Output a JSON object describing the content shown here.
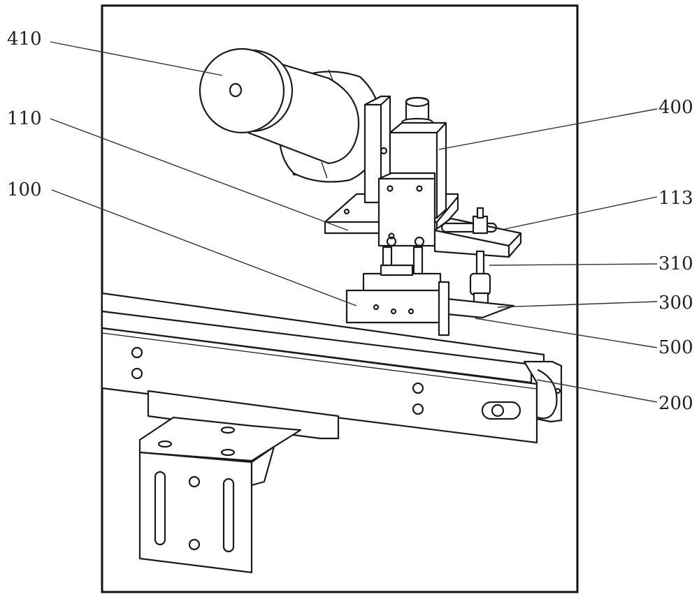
{
  "labels": {
    "l410": "410",
    "l110": "110",
    "l100": "100",
    "l400": "400",
    "l113": "113",
    "l310": "310",
    "l300": "300",
    "l500": "500",
    "l200": "200"
  }
}
